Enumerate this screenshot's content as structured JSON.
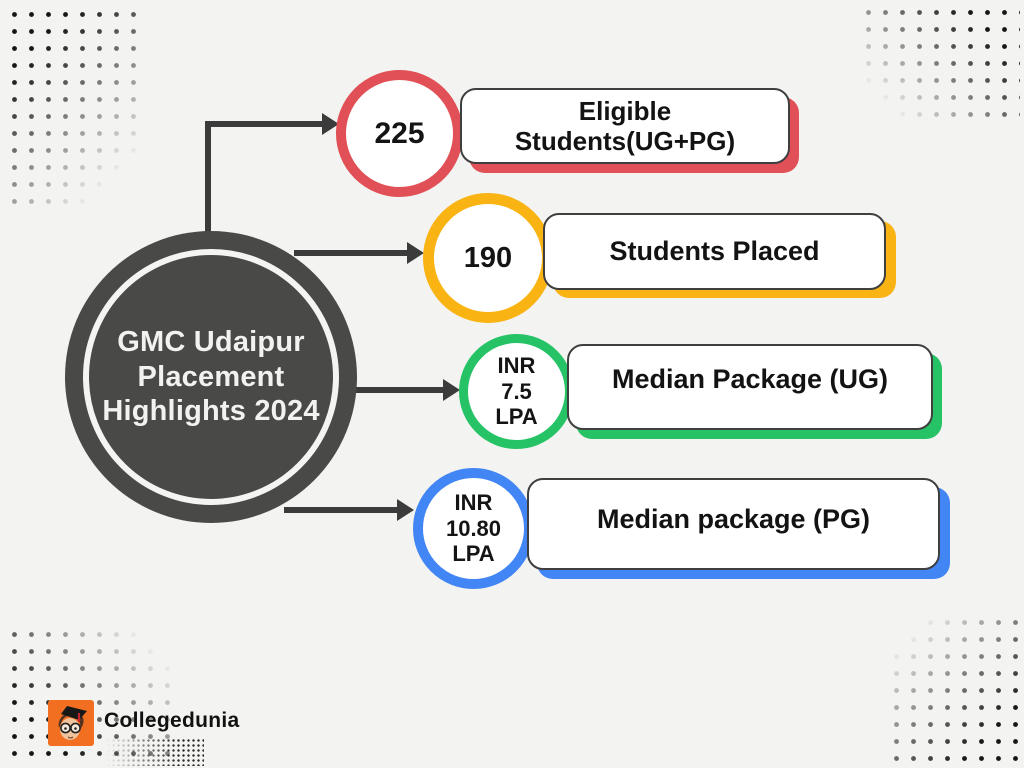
{
  "page": {
    "background_color": "#f3f3f1",
    "dot_color": "#161616"
  },
  "center": {
    "title": "GMC Udaipur\nPlacement\nHighlights 2024",
    "fill_color": "#494947",
    "text_color": "#f2f2f0"
  },
  "branches": [
    {
      "name": "eligible-students",
      "value": "225",
      "label": "Eligible\nStudents(UG+PG)",
      "accent_color": "#e05056"
    },
    {
      "name": "students-placed",
      "value": "190",
      "label": "Students Placed",
      "accent_color": "#f9b313"
    },
    {
      "name": "median-package-ug",
      "value": "INR\n7.5\nLPA",
      "label": "Median Package (UG)",
      "accent_color": "#25c366"
    },
    {
      "name": "median-package-pg",
      "value": "INR\n10.80\nLPA",
      "label": "Median package (PG)",
      "accent_color": "#4285f4"
    }
  ],
  "footer": {
    "brand": "Collegedunia",
    "logo": "collegedunia-mascot-icon",
    "logo_background": "#f26f21"
  }
}
